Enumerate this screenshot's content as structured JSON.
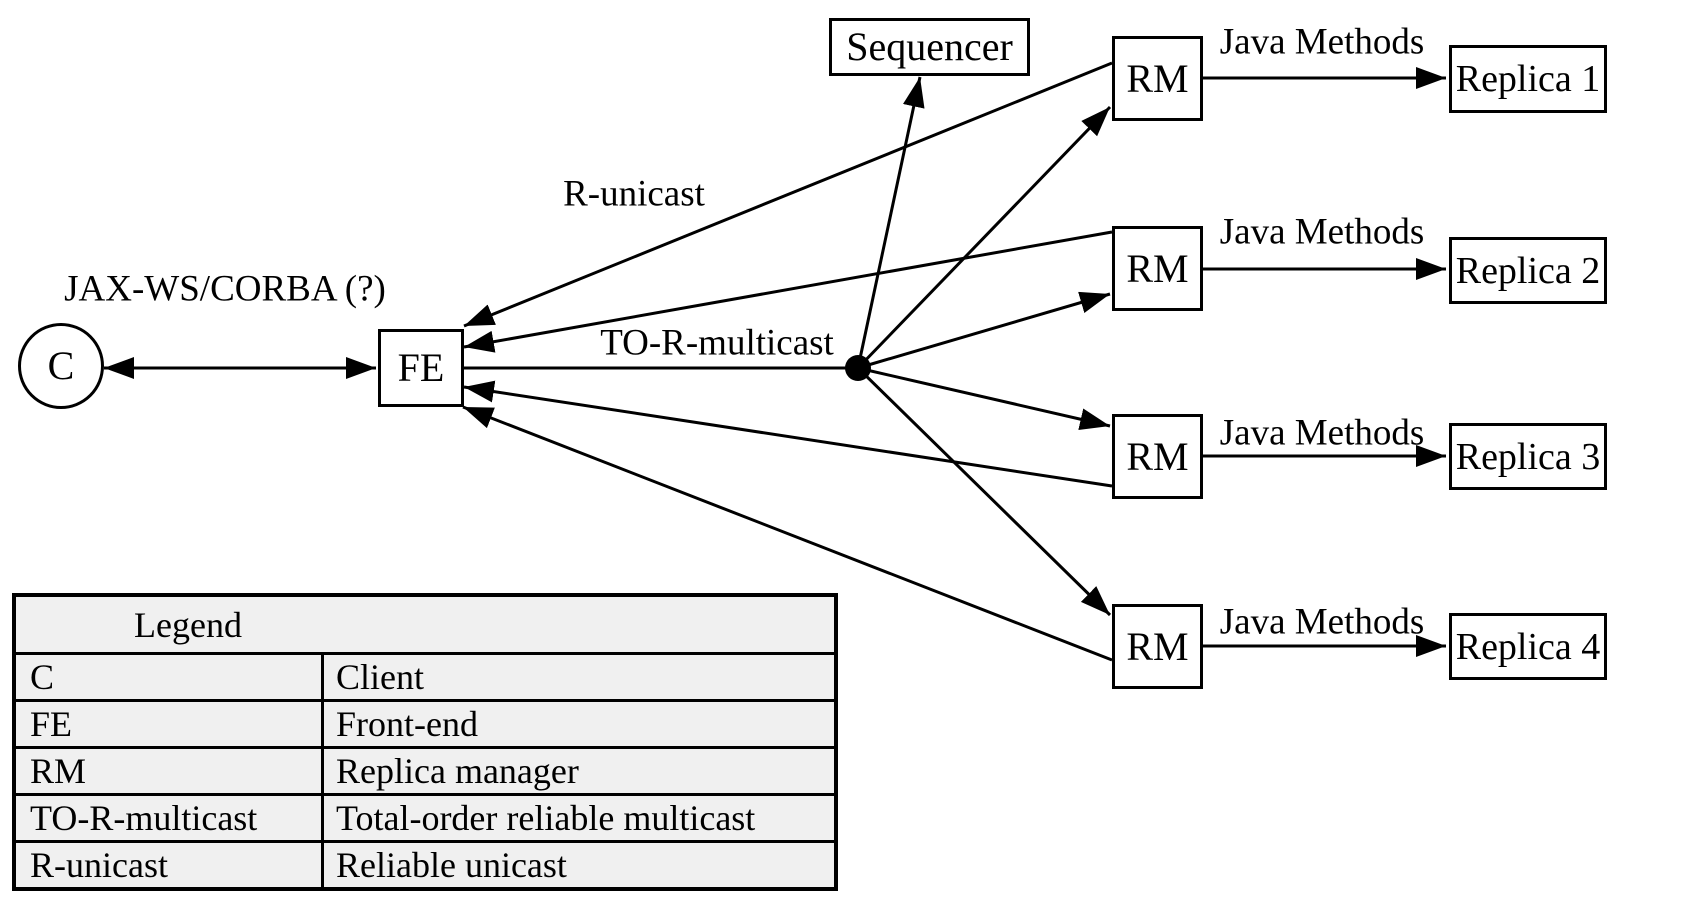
{
  "colors": {
    "ink": "#000000",
    "legend_background": "#f0f0f0",
    "node_background": "#ffffff"
  },
  "nodes": {
    "client": "C",
    "front_end": "FE",
    "sequencer": "Sequencer",
    "rm": "RM",
    "replicas": [
      "Replica 1",
      "Replica 2",
      "Replica 3",
      "Replica 4"
    ]
  },
  "edge_labels": {
    "client_fe": "JAX-WS/CORBA (?)",
    "r_unicast": "R-unicast",
    "to_r_multicast": "TO-R-multicast",
    "java_methods": "Java Methods"
  },
  "legend": {
    "title": "Legend",
    "rows": [
      {
        "term": "C",
        "definition": "Client"
      },
      {
        "term": "FE",
        "definition": "Front-end"
      },
      {
        "term": "RM",
        "definition": "Replica manager"
      },
      {
        "term": "TO-R-multicast",
        "definition": "Total-order reliable multicast"
      },
      {
        "term": "R-unicast",
        "definition": "Reliable unicast"
      }
    ]
  }
}
